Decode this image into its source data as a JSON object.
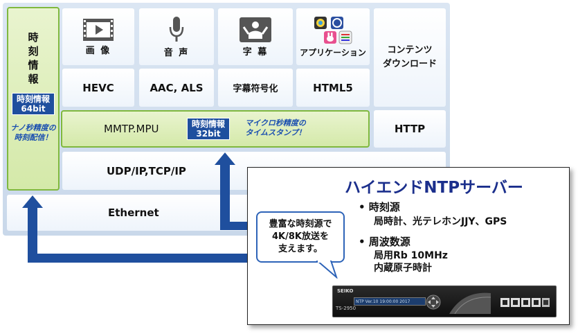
{
  "time_info": {
    "label_chars": [
      "時",
      "刻",
      "情",
      "報"
    ],
    "badge_lines": [
      "時刻情報",
      "64bit"
    ],
    "note_lines": [
      "ナノ秒精度の",
      "時刻配信！"
    ]
  },
  "row1": [
    {
      "icon": "film-icon",
      "label": "画 像"
    },
    {
      "icon": "microphone-icon",
      "label": "音 声"
    },
    {
      "icon": "presenter-icon",
      "label": "字 幕"
    },
    {
      "icon": "app-icons",
      "label": "アプリケーション"
    }
  ],
  "content_download_lines": [
    "コンテンツ",
    "ダウンロード"
  ],
  "row2": [
    "HEVC",
    "AAC, ALS",
    "字幕符号化",
    "HTML5"
  ],
  "mmtp": {
    "label": "MMTP.MPU",
    "badge_lines": [
      "時刻情報",
      "32bit"
    ],
    "note_lines": [
      "マイクロ秒精度の",
      "タイムスタンプ！"
    ]
  },
  "http_label": "HTTP",
  "udp_label": "UDP/IP,TCP/IP",
  "ethernet_label": "Ethernet",
  "colors": {
    "accent_blue": "#1f4f9e",
    "green_border": "#7fb83e",
    "title_blue": "#1b2f8c"
  },
  "ntp": {
    "title": "ハイエンドNTPサーバー",
    "bullets": [
      {
        "head": "• 時刻源",
        "lines": [
          "局時計、光テレホンJJY、GPS"
        ]
      },
      {
        "head": "• 周波数源",
        "lines": [
          "局用Rb 10MHz",
          "内蔵原子時計"
        ]
      }
    ],
    "bubble_lines": [
      "豊富な時刻源で",
      "4K/8K放送を",
      "支えます。"
    ],
    "device": {
      "brand": "SEIKO",
      "model": "TS-2950",
      "display": "NTP Ver.10 19:00:00 2017"
    }
  }
}
